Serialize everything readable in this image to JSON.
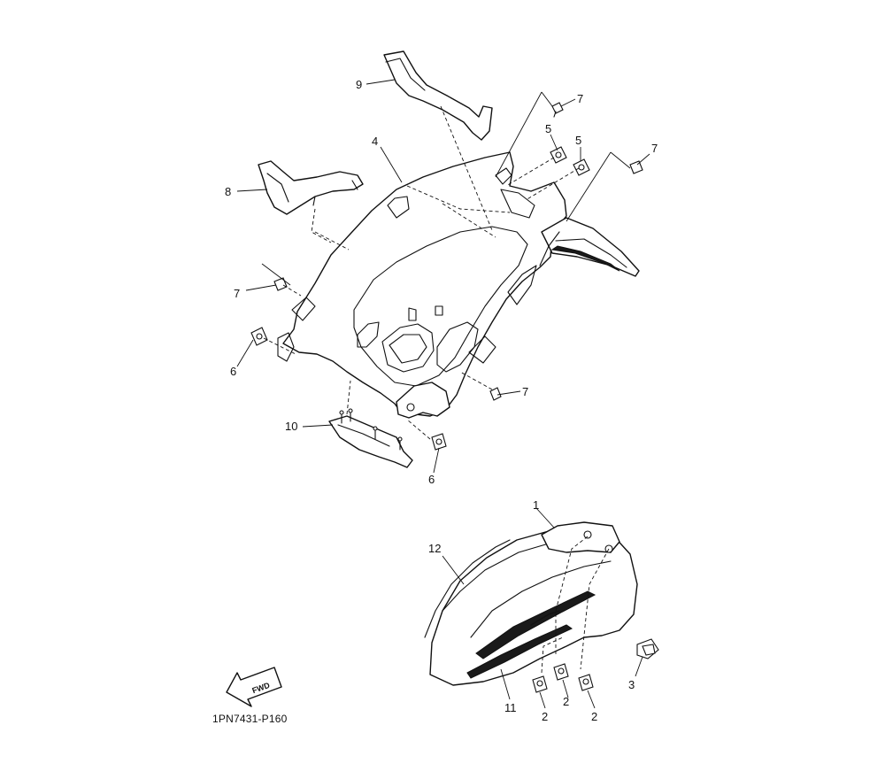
{
  "diagram": {
    "drawing_code": "1PN7431-P160",
    "fwd_label": "FWD",
    "callouts": {
      "c1": "1",
      "c2a": "2",
      "c2b": "2",
      "c2c": "2",
      "c3": "3",
      "c4": "4",
      "c5a": "5",
      "c5b": "5",
      "c6a": "6",
      "c6b": "6",
      "c7a": "7",
      "c7b": "7",
      "c7c": "7",
      "c7d": "7",
      "c8": "8",
      "c9": "9",
      "c10": "10",
      "c11": "11",
      "c12": "12"
    }
  }
}
